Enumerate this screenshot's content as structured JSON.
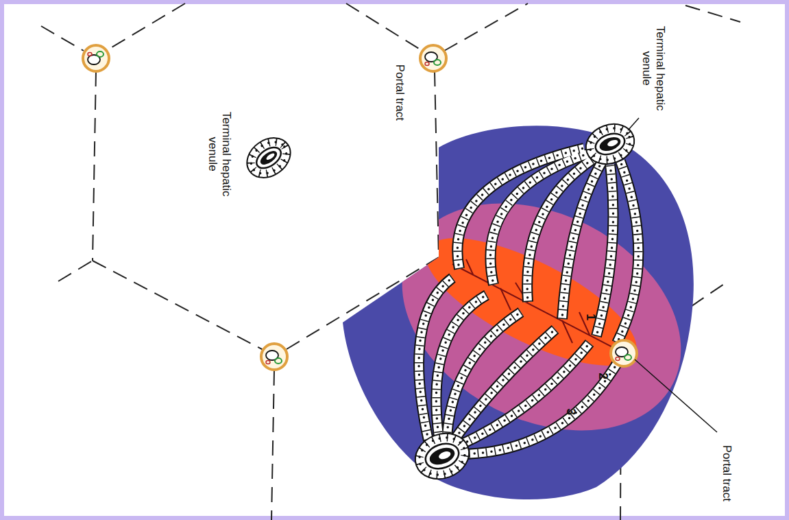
{
  "diagram": {
    "labels": [
      "Portal tract",
      "Terminal hepatic venule",
      "Terminal hepatic venule",
      "Portal tract",
      "1",
      "2",
      "3"
    ]
  }
}
